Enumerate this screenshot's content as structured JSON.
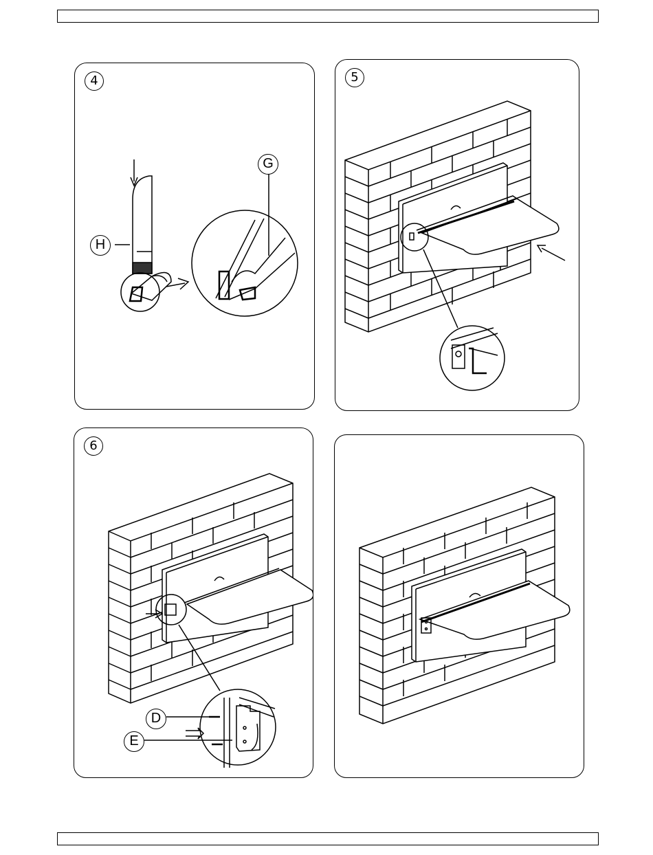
{
  "header_bar": {
    "text": ""
  },
  "footer_bar": {
    "text": ""
  },
  "steps": [
    {
      "number": "4",
      "callouts": {
        "g": "G",
        "h": "H"
      }
    },
    {
      "number": "5"
    },
    {
      "number": "6",
      "callouts": {
        "d": "D",
        "e": "E"
      }
    },
    {
      "number": ""
    }
  ],
  "icons": [
    "down-arrow-icon",
    "right-arrow-icon",
    "left-arrow-icon",
    "screw-icon"
  ]
}
